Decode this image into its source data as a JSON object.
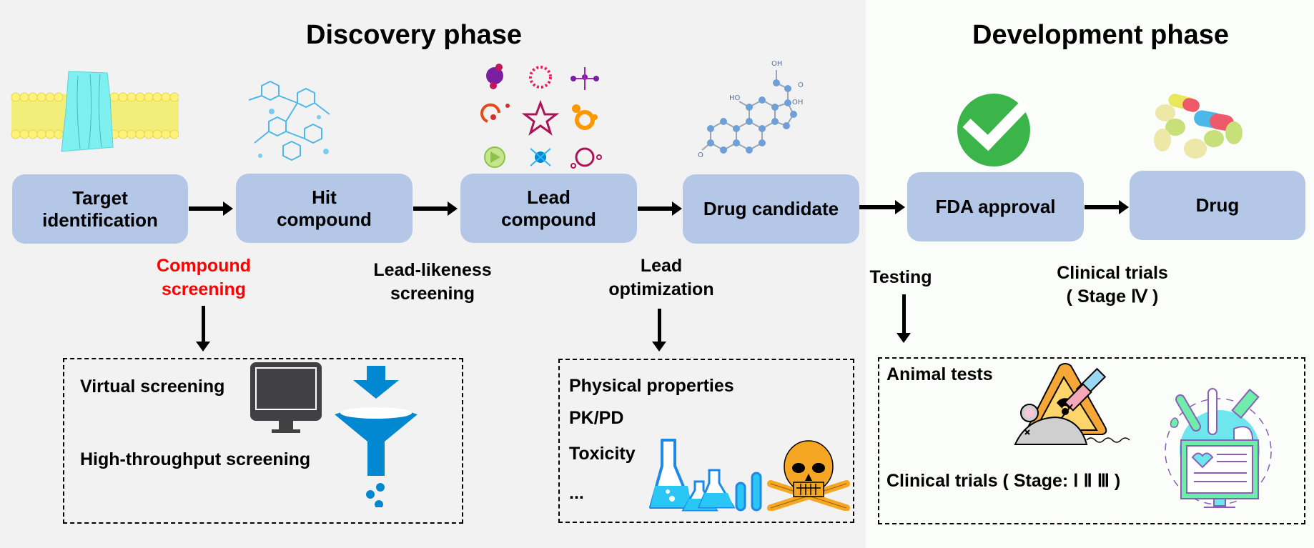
{
  "phases": {
    "discovery": {
      "title": "Discovery phase",
      "background": "#f2f2f2"
    },
    "development": {
      "title": "Development phase",
      "background": "#fbfdfb"
    }
  },
  "stages": [
    {
      "id": "target",
      "label": "Target identification",
      "line1": "Target",
      "line2": "identification",
      "icon": "membrane-protein-icon"
    },
    {
      "id": "hit",
      "label": "Hit compound",
      "line1": "Hit",
      "line2": "compound",
      "icon": "molecular-network-icon"
    },
    {
      "id": "lead",
      "label": "Lead compound",
      "line1": "Lead",
      "line2": "compound",
      "icon": "molecule-grid-icon"
    },
    {
      "id": "candidate",
      "label": "Drug candidate",
      "line1": "Drug candidate",
      "line2": "",
      "icon": "steroid-molecule-icon"
    },
    {
      "id": "fda",
      "label": "FDA approval",
      "line1": "FDA approval",
      "line2": "",
      "icon": "checkmark-circle-icon"
    },
    {
      "id": "drug",
      "label": "Drug",
      "line1": "Drug",
      "line2": "",
      "icon": "pills-icon"
    }
  ],
  "stage_box_color": "#b4c7e7",
  "transitions": [
    {
      "line1": "Compound",
      "line2": "screening",
      "color": "#ff0000"
    },
    {
      "line1": "Lead-likeness",
      "line2": "screening",
      "color": "#000000"
    },
    {
      "line1": "Lead",
      "line2": "optimization",
      "color": "#000000"
    },
    {
      "line1": "Testing",
      "line2": "",
      "color": "#000000"
    },
    {
      "line1": "Clinical trials",
      "line2": "( Stage Ⅳ )",
      "color": "#000000"
    }
  ],
  "detail_boxes": {
    "screening": {
      "items": [
        "Virtual screening",
        "High-throughput screening"
      ],
      "icons": [
        "monitor-icon",
        "funnel-icon"
      ]
    },
    "optimization": {
      "items": [
        "Physical properties",
        "PK/PD",
        "Toxicity",
        "..."
      ],
      "icons": [
        "lab-flasks-icon",
        "skull-crossbones-icon"
      ]
    },
    "testing": {
      "items": [
        "Animal tests",
        "Clinical trials ( Stage: Ⅰ Ⅱ Ⅲ )"
      ],
      "icons": [
        "lab-mouse-syringe-icon",
        "clinical-monitor-icon"
      ]
    }
  },
  "colors": {
    "accent_red": "#ff0000",
    "check_green": "#3bb54a",
    "funnel_blue": "#0288d1",
    "skull_orange": "#f5a623"
  }
}
